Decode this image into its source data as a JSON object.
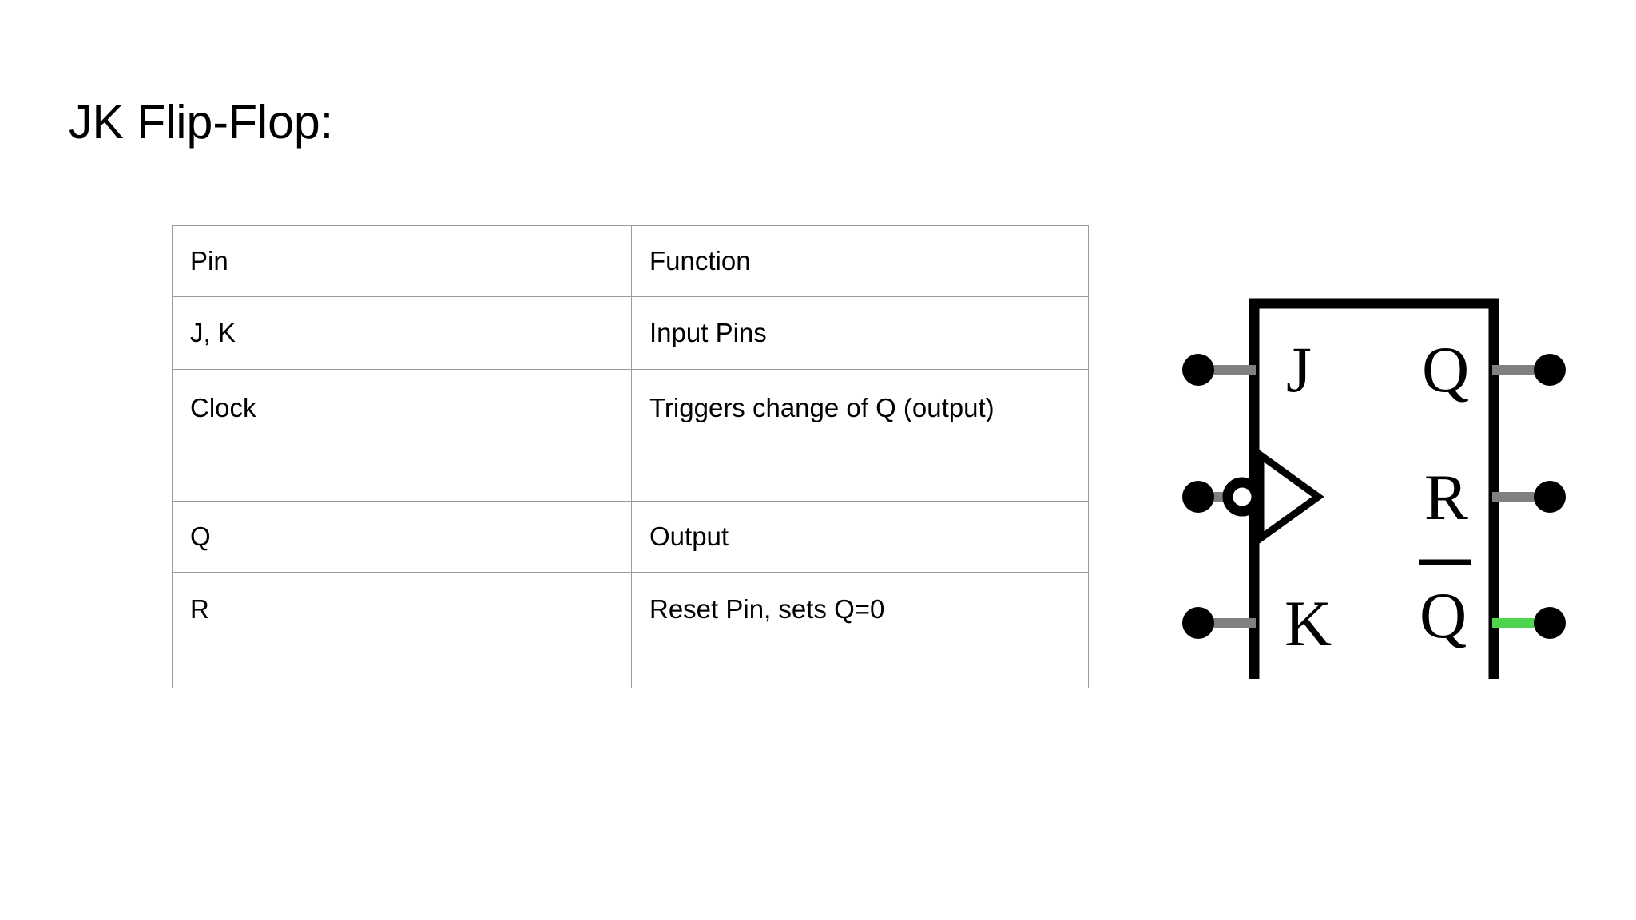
{
  "slide": {
    "title": "JK Flip-Flop:"
  },
  "table": {
    "columns": [
      "Pin",
      "Function"
    ],
    "rows": [
      {
        "pin": "J, K",
        "function": "Input Pins"
      },
      {
        "pin": "Clock",
        "function": "Triggers change of Q (output)"
      },
      {
        "pin": "Q",
        "function": "Output"
      },
      {
        "pin": "R",
        "function": "Reset Pin, sets Q=0"
      }
    ]
  },
  "diagram": {
    "name": "jk-flip-flop-symbol",
    "inputs": [
      {
        "label": "J",
        "wire_color": "#808080",
        "inverted": false
      },
      {
        "label": "",
        "wire_color": "#808080",
        "inverted": true
      },
      {
        "label": "K",
        "wire_color": "#808080",
        "inverted": false
      }
    ],
    "outputs": [
      {
        "label": "Q",
        "overline": false,
        "wire_color": "#808080"
      },
      {
        "label": "R",
        "overline": false,
        "wire_color": "#808080"
      },
      {
        "label": "Q",
        "overline": true,
        "wire_color": "#4FD44F"
      }
    ],
    "colors": {
      "body_stroke": "#000000",
      "wire_gray": "#808080",
      "wire_green": "#4FD44F",
      "terminal": "#000000",
      "background": "#ffffff"
    }
  }
}
